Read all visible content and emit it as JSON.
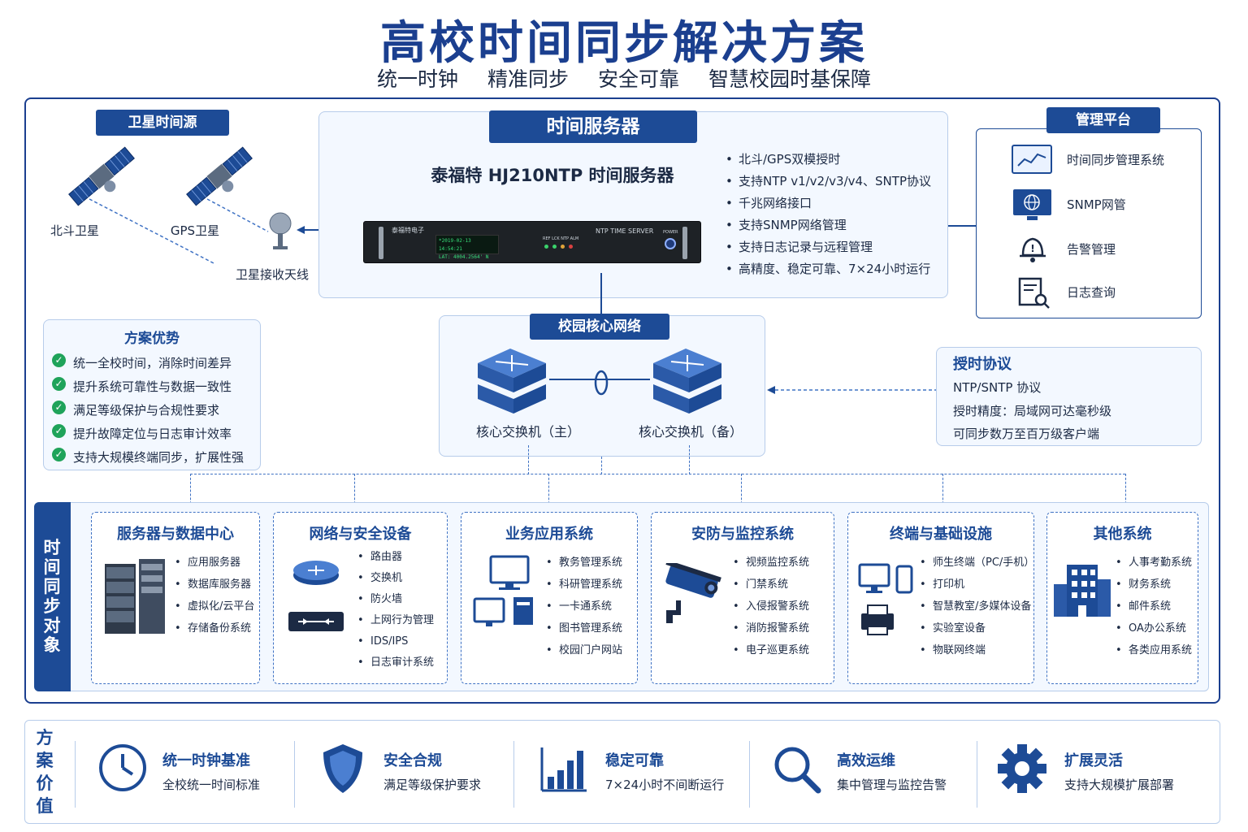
{
  "header": {
    "title": "高校时间同步解决方案",
    "subtitle": [
      "统一时钟",
      "精准同步",
      "安全可靠",
      "智慧校园时基保障"
    ]
  },
  "satellite": {
    "badge": "卫星时间源",
    "beidou": "北斗卫星",
    "gps": "GPS卫星",
    "antenna": "卫星接收天线"
  },
  "server": {
    "badge": "时间服务器",
    "name": "泰福特 HJ210NTP 时间服务器",
    "device": {
      "brand": "泰福特电子",
      "lcd_line1": "*2019-02-13 14:54:21",
      "lcd_line2": "LAT: 4004.2564' N",
      "leds": "REF LCK NTP ALM",
      "panel_label": "NTP TIME SERVER",
      "power": "POWER"
    },
    "features": [
      "北斗/GPS双模授时",
      "支持NTP v1/v2/v3/v4、SNTP协议",
      "千兆网络接口",
      "支持SNMP网络管理",
      "支持日志记录与远程管理",
      "高精度、稳定可靠、7×24小时运行"
    ]
  },
  "management": {
    "badge": "管理平台",
    "items": [
      "时间同步管理系统",
      "SNMP网管",
      "告警管理",
      "日志查询"
    ]
  },
  "advantages": {
    "title": "方案优势",
    "items": [
      "统一全校时间，消除时间差异",
      "提升系统可靠性与数据一致性",
      "满足等级保护与合规性要求",
      "提升故障定位与日志审计效率",
      "支持大规模终端同步，扩展性强"
    ]
  },
  "core": {
    "badge": "校园核心网络",
    "main": "核心交换机（主）",
    "backup": "核心交换机（备）"
  },
  "protocol": {
    "title": "授时协议",
    "lines": [
      "NTP/SNTP 协议",
      "授时精度：局域网可达毫秒级",
      "可同步数万至百万级客户端"
    ]
  },
  "targets": {
    "side_label": "时间同步对象",
    "groups": [
      {
        "title": "服务器与数据中心",
        "items": [
          "应用服务器",
          "数据库服务器",
          "虚拟化/云平台",
          "存储备份系统"
        ]
      },
      {
        "title": "网络与安全设备",
        "items": [
          "路由器",
          "交换机",
          "防火墙",
          "上网行为管理",
          "IDS/IPS",
          "日志审计系统"
        ]
      },
      {
        "title": "业务应用系统",
        "items": [
          "教务管理系统",
          "科研管理系统",
          "一卡通系统",
          "图书管理系统",
          "校园门户网站"
        ]
      },
      {
        "title": "安防与监控系统",
        "items": [
          "视频监控系统",
          "门禁系统",
          "入侵报警系统",
          "消防报警系统",
          "电子巡更系统"
        ]
      },
      {
        "title": "终端与基础设施",
        "items": [
          "师生终端（PC/手机）",
          "打印机",
          "智慧教室/多媒体设备",
          "实验室设备",
          "物联网终端"
        ]
      },
      {
        "title": "其他系统",
        "items": [
          "人事考勤系统",
          "财务系统",
          "邮件系统",
          "OA办公系统",
          "各类应用系统"
        ]
      }
    ]
  },
  "value": {
    "side_label": "方案价值",
    "items": [
      {
        "title": "统一时钟基准",
        "sub": "全校统一时间标准",
        "icon": "clock-icon"
      },
      {
        "title": "安全合规",
        "sub": "满足等级保护要求",
        "icon": "shield-icon"
      },
      {
        "title": "稳定可靠",
        "sub": "7×24小时不间断运行",
        "icon": "bar-chart-icon"
      },
      {
        "title": "高效运维",
        "sub": "集中管理与监控告警",
        "icon": "magnifier-icon"
      },
      {
        "title": "扩展灵活",
        "sub": "支持大规模扩展部署",
        "icon": "gear-icon"
      }
    ]
  },
  "colors": {
    "primary": "#1d4b96",
    "title": "#1b3f8f",
    "check": "#1fa35a",
    "panel": "#f3f8ff"
  }
}
